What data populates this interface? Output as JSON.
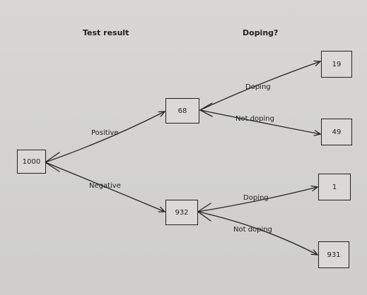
{
  "headers": {
    "test_result": "Test result",
    "doping": "Doping?"
  },
  "nodes": {
    "root": "1000",
    "positive": "68",
    "negative": "932",
    "pos_doping": "19",
    "pos_not_doping": "49",
    "neg_doping": "1",
    "neg_not_doping": "931"
  },
  "edge_labels": {
    "positive": "Positive",
    "negative": "Negative",
    "pos_doping": "Doping",
    "pos_not_doping": "Not doping",
    "neg_doping": "Doping",
    "neg_not_doping": "Not doping"
  }
}
